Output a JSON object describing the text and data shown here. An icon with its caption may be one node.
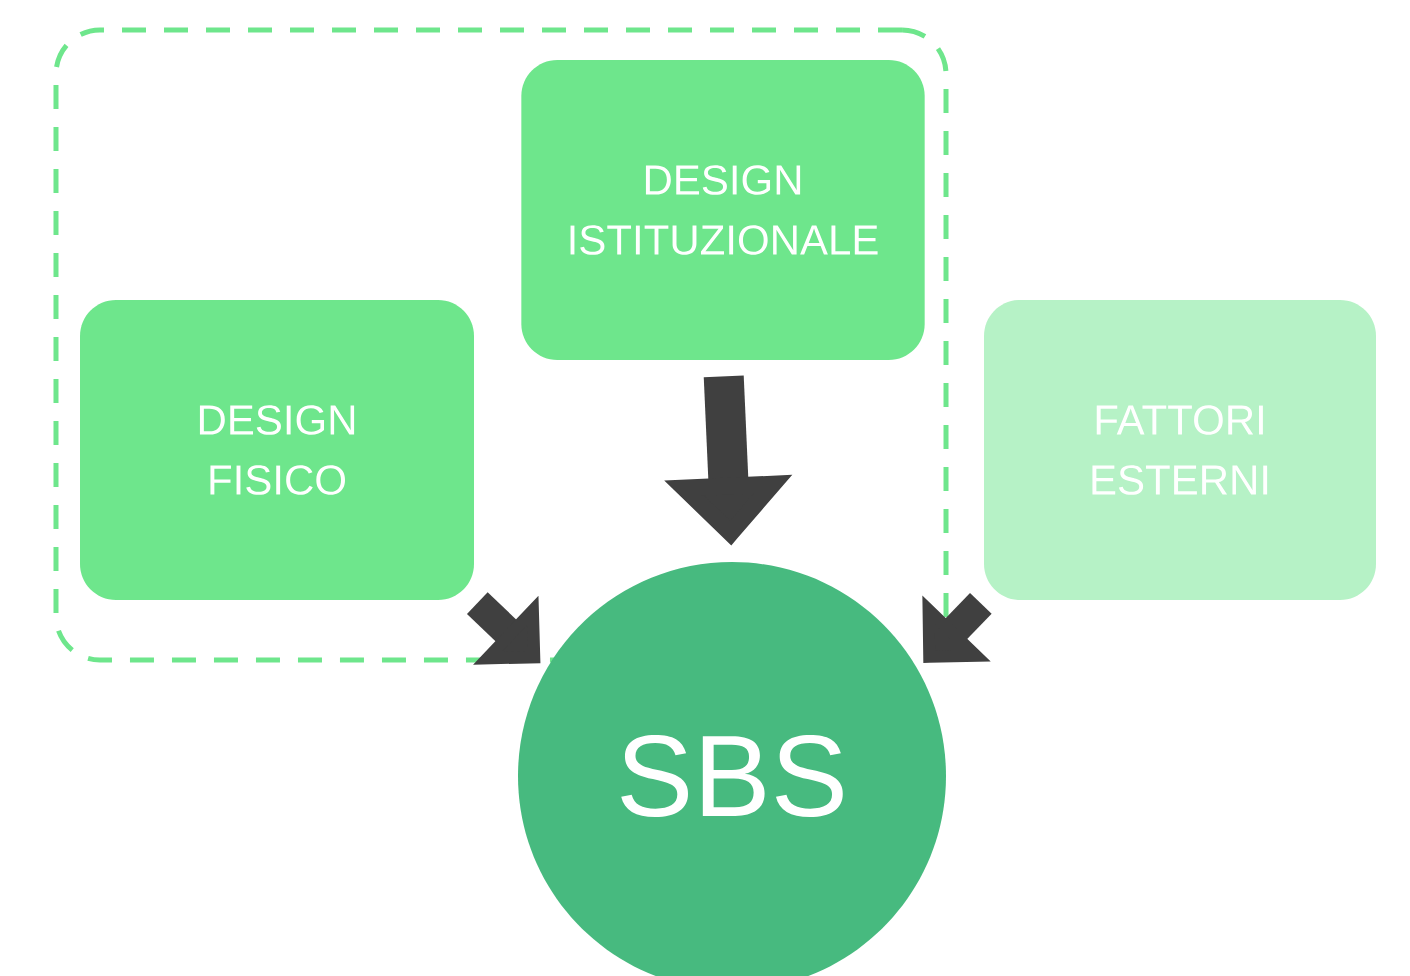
{
  "diagram": {
    "nodes": [
      {
        "text": [],
        "shape": "box"
      },
      {
        "text": [
          "DESIGN FISICO"
        ],
        "in": 0
      },
      {
        "text": [
          "DESIGN ISTITUZIONALE"
        ],
        "in": 0
      },
      {
        "text": [
          "FATTORI ESTERNI"
        ]
      },
      {
        "text": [
          "SBS"
        ]
      }
    ],
    "edges": [
      {
        "from": 1,
        "to": 4,
        "arrow": "to"
      },
      {
        "from": 2,
        "to": 4,
        "arrow": "to"
      },
      {
        "from": 3,
        "to": 4,
        "arrow": "to"
      }
    ]
  }
}
